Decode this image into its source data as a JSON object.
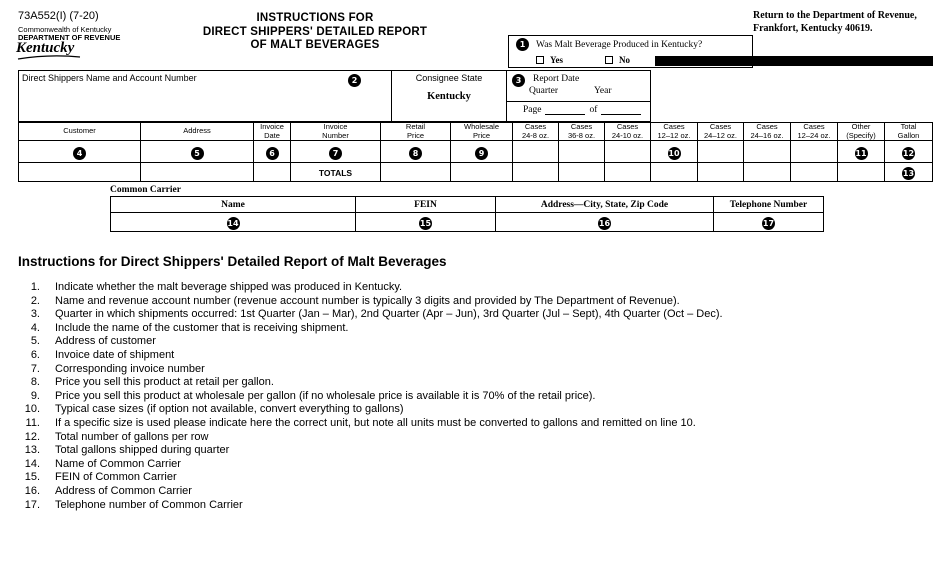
{
  "header": {
    "form_number": "73A552(I) (7-20)",
    "commonwealth": "Commonwealth of Kentucky",
    "department": "DEPARTMENT OF REVENUE",
    "logo_text": "Kentucky",
    "title_lines": [
      "INSTRUCTIONS FOR",
      "DIRECT SHIPPERS' DETAILED REPORT",
      "OF MALT BEVERAGES"
    ],
    "question_badge": "1",
    "question": "Was Malt Beverage Produced in Kentucky?",
    "yes_label": "Yes",
    "no_label": "No",
    "return_line1": "Return to the Department of Revenue,",
    "return_line2": "Frankfort, Kentucky 40619."
  },
  "info": {
    "shipper_label": "Direct Shippers Name and Account Number",
    "shipper_badge": "2",
    "consignee_label": "Consignee State",
    "consignee_value": "Kentucky",
    "report_badge": "3",
    "report_date_label": "Report Date",
    "quarter_label": "Quarter",
    "year_label": "Year",
    "page_label": "Page",
    "of_label": "of"
  },
  "table": {
    "columns": [
      {
        "line1": "Customer",
        "line2": "",
        "badge": "4"
      },
      {
        "line1": "Address",
        "line2": "",
        "badge": "5"
      },
      {
        "line1": "Invoice",
        "line2": "Date",
        "badge": "6"
      },
      {
        "line1": "Invoice",
        "line2": "Number",
        "badge": "7"
      },
      {
        "line1": "Retail",
        "line2": "Price",
        "badge": "8"
      },
      {
        "line1": "Wholesale",
        "line2": "Price",
        "badge": "9"
      },
      {
        "line1": "Cases",
        "line2": "24-8 oz.",
        "badge": ""
      },
      {
        "line1": "Cases",
        "line2": "36-8 oz.",
        "badge": ""
      },
      {
        "line1": "Cases",
        "line2": "24-10 oz.",
        "badge": ""
      },
      {
        "line1": "Cases",
        "line2": "12–12 oz.",
        "badge": "10"
      },
      {
        "line1": "Cases",
        "line2": "24–12 oz.",
        "badge": ""
      },
      {
        "line1": "Cases",
        "line2": "24–16 oz.",
        "badge": ""
      },
      {
        "line1": "Cases",
        "line2": "12–24 oz.",
        "badge": ""
      },
      {
        "line1": "Other",
        "line2": "(Specify)",
        "badge": "11"
      },
      {
        "line1": "Total",
        "line2": "Gallon",
        "badge": "12"
      }
    ],
    "totals_label": "TOTALS",
    "totals_badge": "13"
  },
  "carrier": {
    "section_label": "Common Carrier",
    "columns": [
      {
        "label": "Name",
        "badge": "14"
      },
      {
        "label": "FEIN",
        "badge": "15"
      },
      {
        "label": "Address—City, State, Zip Code",
        "badge": "16"
      },
      {
        "label": "Telephone Number",
        "badge": "17"
      }
    ]
  },
  "instructions": {
    "heading": "Instructions for Direct Shippers' Detailed Report of Malt Beverages",
    "items": [
      {
        "num": "1.",
        "text": "Indicate whether the malt beverage shipped was produced in Kentucky."
      },
      {
        "num": "2.",
        "text": "Name and revenue account number (revenue account number is typically 3 digits and provided by The Department of Revenue)."
      },
      {
        "num": "3.",
        "text": "Quarter in which shipments occurred: 1st Quarter (Jan – Mar), 2nd Quarter (Apr – Jun), 3rd Quarter (Jul – Sept), 4th Quarter (Oct – Dec)."
      },
      {
        "num": "4.",
        "text": "Include the name of the customer that is receiving shipment."
      },
      {
        "num": "5.",
        "text": "Address of customer"
      },
      {
        "num": "6.",
        "text": "Invoice date of shipment"
      },
      {
        "num": "7.",
        "text": "Corresponding invoice number"
      },
      {
        "num": "8.",
        "text": "Price you sell this product at retail per gallon."
      },
      {
        "num": "9.",
        "text": "Price you sell this product at wholesale per gallon (if no wholesale price is available it is 70% of the retail price)."
      },
      {
        "num": "10.",
        "text": "Typical case sizes (if option not available, convert everything to gallons)"
      },
      {
        "num": "11.",
        "text": "If a specific size is used please indicate here the correct unit, but note all units must be converted to gallons and remitted on line 10."
      },
      {
        "num": "12.",
        "text": "Total number of gallons per row"
      },
      {
        "num": "13.",
        "text": "Total gallons shipped during quarter"
      },
      {
        "num": "14.",
        "text": "Name of Common Carrier"
      },
      {
        "num": "15.",
        "text": "FEIN of Common Carrier"
      },
      {
        "num": "16.",
        "text": "Address of Common Carrier"
      },
      {
        "num": "17.",
        "text": "Telephone number of Common Carrier"
      }
    ]
  }
}
